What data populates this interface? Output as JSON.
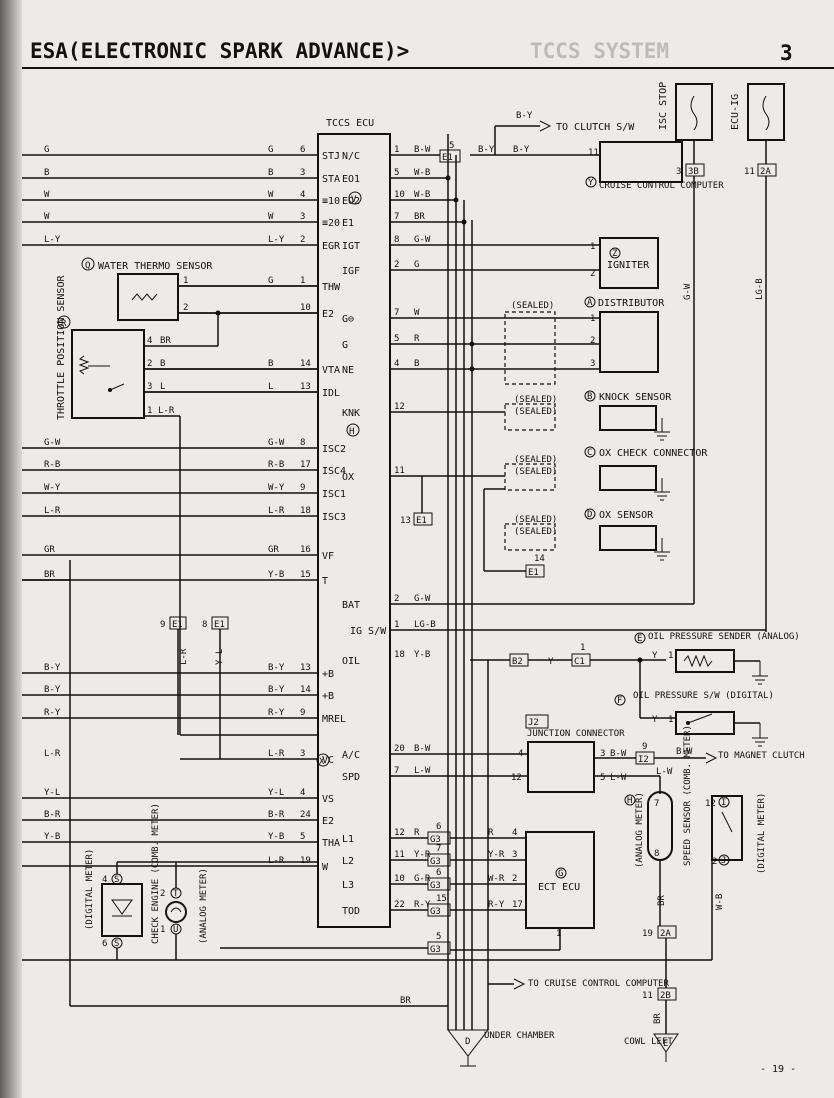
{
  "header": {
    "title": "ESA(ELECTRONIC SPARK ADVANCE)>",
    "bleed": "TCCS SYSTEM",
    "section_number": "3"
  },
  "ecu": {
    "name": "TCCS ECU",
    "marker_v": "V",
    "marker_h": "H",
    "marker_x": "X",
    "left_pins": [
      {
        "wire": "G",
        "num": "6",
        "term": "STJ"
      },
      {
        "wire": "B",
        "num": "3",
        "term": "STA"
      },
      {
        "wire": "W",
        "num": "4",
        "term": "≡10"
      },
      {
        "wire": "W",
        "num": "3",
        "term": "≡20"
      },
      {
        "wire": "L-Y",
        "num": "2",
        "term": "EGR"
      },
      {
        "wire": "G",
        "num": "1",
        "term": "THW"
      },
      {
        "wire": "",
        "num": "10",
        "term": "E2"
      },
      {
        "wire": "B",
        "num": "14",
        "term": "VTA"
      },
      {
        "wire": "L",
        "num": "13",
        "term": "IDL"
      },
      {
        "wire": "G-W",
        "num": "8",
        "term": "ISC2"
      },
      {
        "wire": "R-B",
        "num": "17",
        "term": "ISC4"
      },
      {
        "wire": "W-Y",
        "num": "9",
        "term": "ISC1"
      },
      {
        "wire": "L-R",
        "num": "18",
        "term": "ISC3"
      },
      {
        "wire": "GR",
        "num": "16",
        "term": "VF"
      },
      {
        "wire": "Y-B",
        "num": "15",
        "term": "T"
      },
      {
        "wire": "B-Y",
        "num": "13",
        "term": "+B"
      },
      {
        "wire": "B-Y",
        "num": "14",
        "term": "+B"
      },
      {
        "wire": "R-Y",
        "num": "9",
        "term": "MREL"
      },
      {
        "wire": "L-R",
        "num": "3",
        "term": "VC"
      },
      {
        "wire": "Y-L",
        "num": "4",
        "term": "VS"
      },
      {
        "wire": "B-R",
        "num": "24",
        "term": "E2"
      },
      {
        "wire": "Y-B",
        "num": "5",
        "term": "THA"
      },
      {
        "wire": "L-R",
        "num": "19",
        "term": "W"
      }
    ],
    "right_pins": [
      {
        "term": "N/C",
        "num": "1",
        "wire": "B-W"
      },
      {
        "term": "EO1",
        "num": "5",
        "wire": "W-B"
      },
      {
        "term": "EO2",
        "num": "10",
        "wire": "W-B"
      },
      {
        "term": "E1",
        "num": "7",
        "wire": "BR"
      },
      {
        "term": "IGT",
        "num": "8",
        "wire": "G-W"
      },
      {
        "term": "IGF",
        "num": "2",
        "wire": "G"
      },
      {
        "term": "G⊖",
        "num": "7",
        "wire": "W"
      },
      {
        "term": "G",
        "num": "5",
        "wire": "R"
      },
      {
        "term": "NE",
        "num": "4",
        "wire": "B"
      },
      {
        "term": "KNK",
        "num": "12",
        "wire": ""
      },
      {
        "term": "OX",
        "num": "11",
        "wire": ""
      },
      {
        "term": "BAT",
        "num": "2",
        "wire": "G-W"
      },
      {
        "term": "IG S/W",
        "num": "1",
        "wire": "LG-B"
      },
      {
        "term": "OIL",
        "num": "18",
        "wire": "Y-B"
      },
      {
        "term": "A/C",
        "num": "20",
        "wire": "B-W"
      },
      {
        "term": "SPD",
        "num": "7",
        "wire": "L-W"
      },
      {
        "term": "L1",
        "num": "12",
        "wire": "R"
      },
      {
        "term": "L2",
        "num": "11",
        "wire": "Y-R"
      },
      {
        "term": "L3",
        "num": "10",
        "wire": "G-R"
      },
      {
        "term": "TOD",
        "num": "22",
        "wire": "R-Y"
      }
    ]
  },
  "left_edge_wires": [
    "G",
    "B",
    "W",
    "W",
    "L-Y",
    "G-W",
    "R-B",
    "W-Y",
    "L-R",
    "GR",
    "BR",
    "B-Y",
    "B-Y",
    "R-Y",
    "L-R",
    "Y-L",
    "B-R",
    "Y-B"
  ],
  "components": {
    "water_thermo": {
      "marker": "Q",
      "label": "WATER THERMO SENSOR",
      "pins": [
        "1",
        "2"
      ]
    },
    "throttle": {
      "marker": "R",
      "label": "THROTTLE POSITION SENSOR",
      "pins": [
        {
          "num": "4",
          "wire": "BR"
        },
        {
          "num": "2",
          "wire": "B"
        },
        {
          "num": "3",
          "wire": "L"
        },
        {
          "num": "1",
          "wire": "L-R"
        }
      ]
    },
    "igniter": {
      "marker": "Z",
      "label": "IGNITER",
      "pins": [
        "1",
        "2"
      ]
    },
    "distributor": {
      "marker": "A",
      "label": "DISTRIBUTOR",
      "pins": [
        "1",
        "2",
        "3"
      ]
    },
    "knock": {
      "marker": "B",
      "label": "KNOCK SENSOR"
    },
    "ox_check": {
      "marker": "C",
      "label": "OX CHECK CONNECTOR"
    },
    "ox_sensor": {
      "marker": "D",
      "label": "OX SENSOR"
    },
    "cruise": {
      "marker": "Y",
      "label": "CRUISE CONTROL COMPUTER",
      "pin": "11"
    },
    "fuse_stop": {
      "label": "ISC STOP",
      "connector": "3B",
      "pin": "3"
    },
    "fuse_ecu": {
      "label": "ECU-IG",
      "connector": "2A",
      "pin": "11"
    },
    "oil_sender": {
      "marker": "E",
      "label": "OIL PRESSURE SENDER (ANALOG)",
      "wire": "Y",
      "pin": "1"
    },
    "oil_switch": {
      "marker": "F",
      "label": "OIL PRESSURE S/W (DIGITAL)",
      "wire": "Y",
      "pin": "1"
    },
    "junction": {
      "id": "J2",
      "label": "JUNCTION CONNECTOR",
      "pins": [
        {
          "l": "4",
          "r": "3",
          "wire": "B-W"
        },
        {
          "l": "12",
          "r": "5",
          "wire": "L-W"
        }
      ]
    },
    "ect_ecu": {
      "marker": "G",
      "label": "ECT ECU",
      "pins": [
        {
          "num": "4",
          "wire": "R"
        },
        {
          "num": "3",
          "wire": "Y-R"
        },
        {
          "num": "2",
          "wire": "W-R"
        },
        {
          "num": "17",
          "wire": "R-Y"
        },
        {
          "num": "1",
          "wire": ""
        }
      ]
    },
    "speed_sensor": {
      "label": "SPEED SENSOR (COMB. METER)",
      "analog": "(ANALOG METER)",
      "digital": "(DIGITAL METER)",
      "m_h": "H",
      "m_i": "I",
      "m_j": "J",
      "pins": [
        "7",
        "8",
        "12",
        "2"
      ],
      "wire": "W-B"
    },
    "check_engine": {
      "label": "CHECK ENGINE (COMB. METER)",
      "digital": "(DIGITAL METER)",
      "analog": "(ANALOG METER)",
      "s4": "4",
      "s6": "6",
      "m_s": "S",
      "t2": "2",
      "u1": "1",
      "m_t": "T",
      "m_u": "U"
    },
    "ground_d": {
      "marker": "D",
      "label": "UNDER CHAMBER"
    },
    "ground_e": {
      "marker": "E",
      "label": "COWL LEFT"
    }
  },
  "callouts": {
    "to_clutch": "TO CLUTCH S/W",
    "to_magnet": "TO MAGNET CLUTCH",
    "to_cruise": "TO CRUISE CONTROL COMPUTER",
    "sealed": "(SEALED)",
    "b_y": "B-Y",
    "br": "BR",
    "g_w": "G-W",
    "lg_b": "LG-B",
    "y": "Y",
    "l_w": "L-W",
    "b_w": "B-W",
    "l_r": "L-R",
    "y_l": "Y-L",
    "w_b": "W-B"
  },
  "connectors": {
    "e1": "E1",
    "b2": "B2",
    "c1": "C1",
    "i2": "I2",
    "g3": "G3",
    "c2a": "2A",
    "c2b": "2B",
    "n5": "5",
    "n13": "13",
    "n14": "14",
    "n9": "9",
    "n8": "8",
    "n6": "6",
    "n7": "7",
    "n15": "15",
    "n1": "1",
    "n19": "19",
    "n11": "11"
  },
  "page_number": "- 19 -"
}
